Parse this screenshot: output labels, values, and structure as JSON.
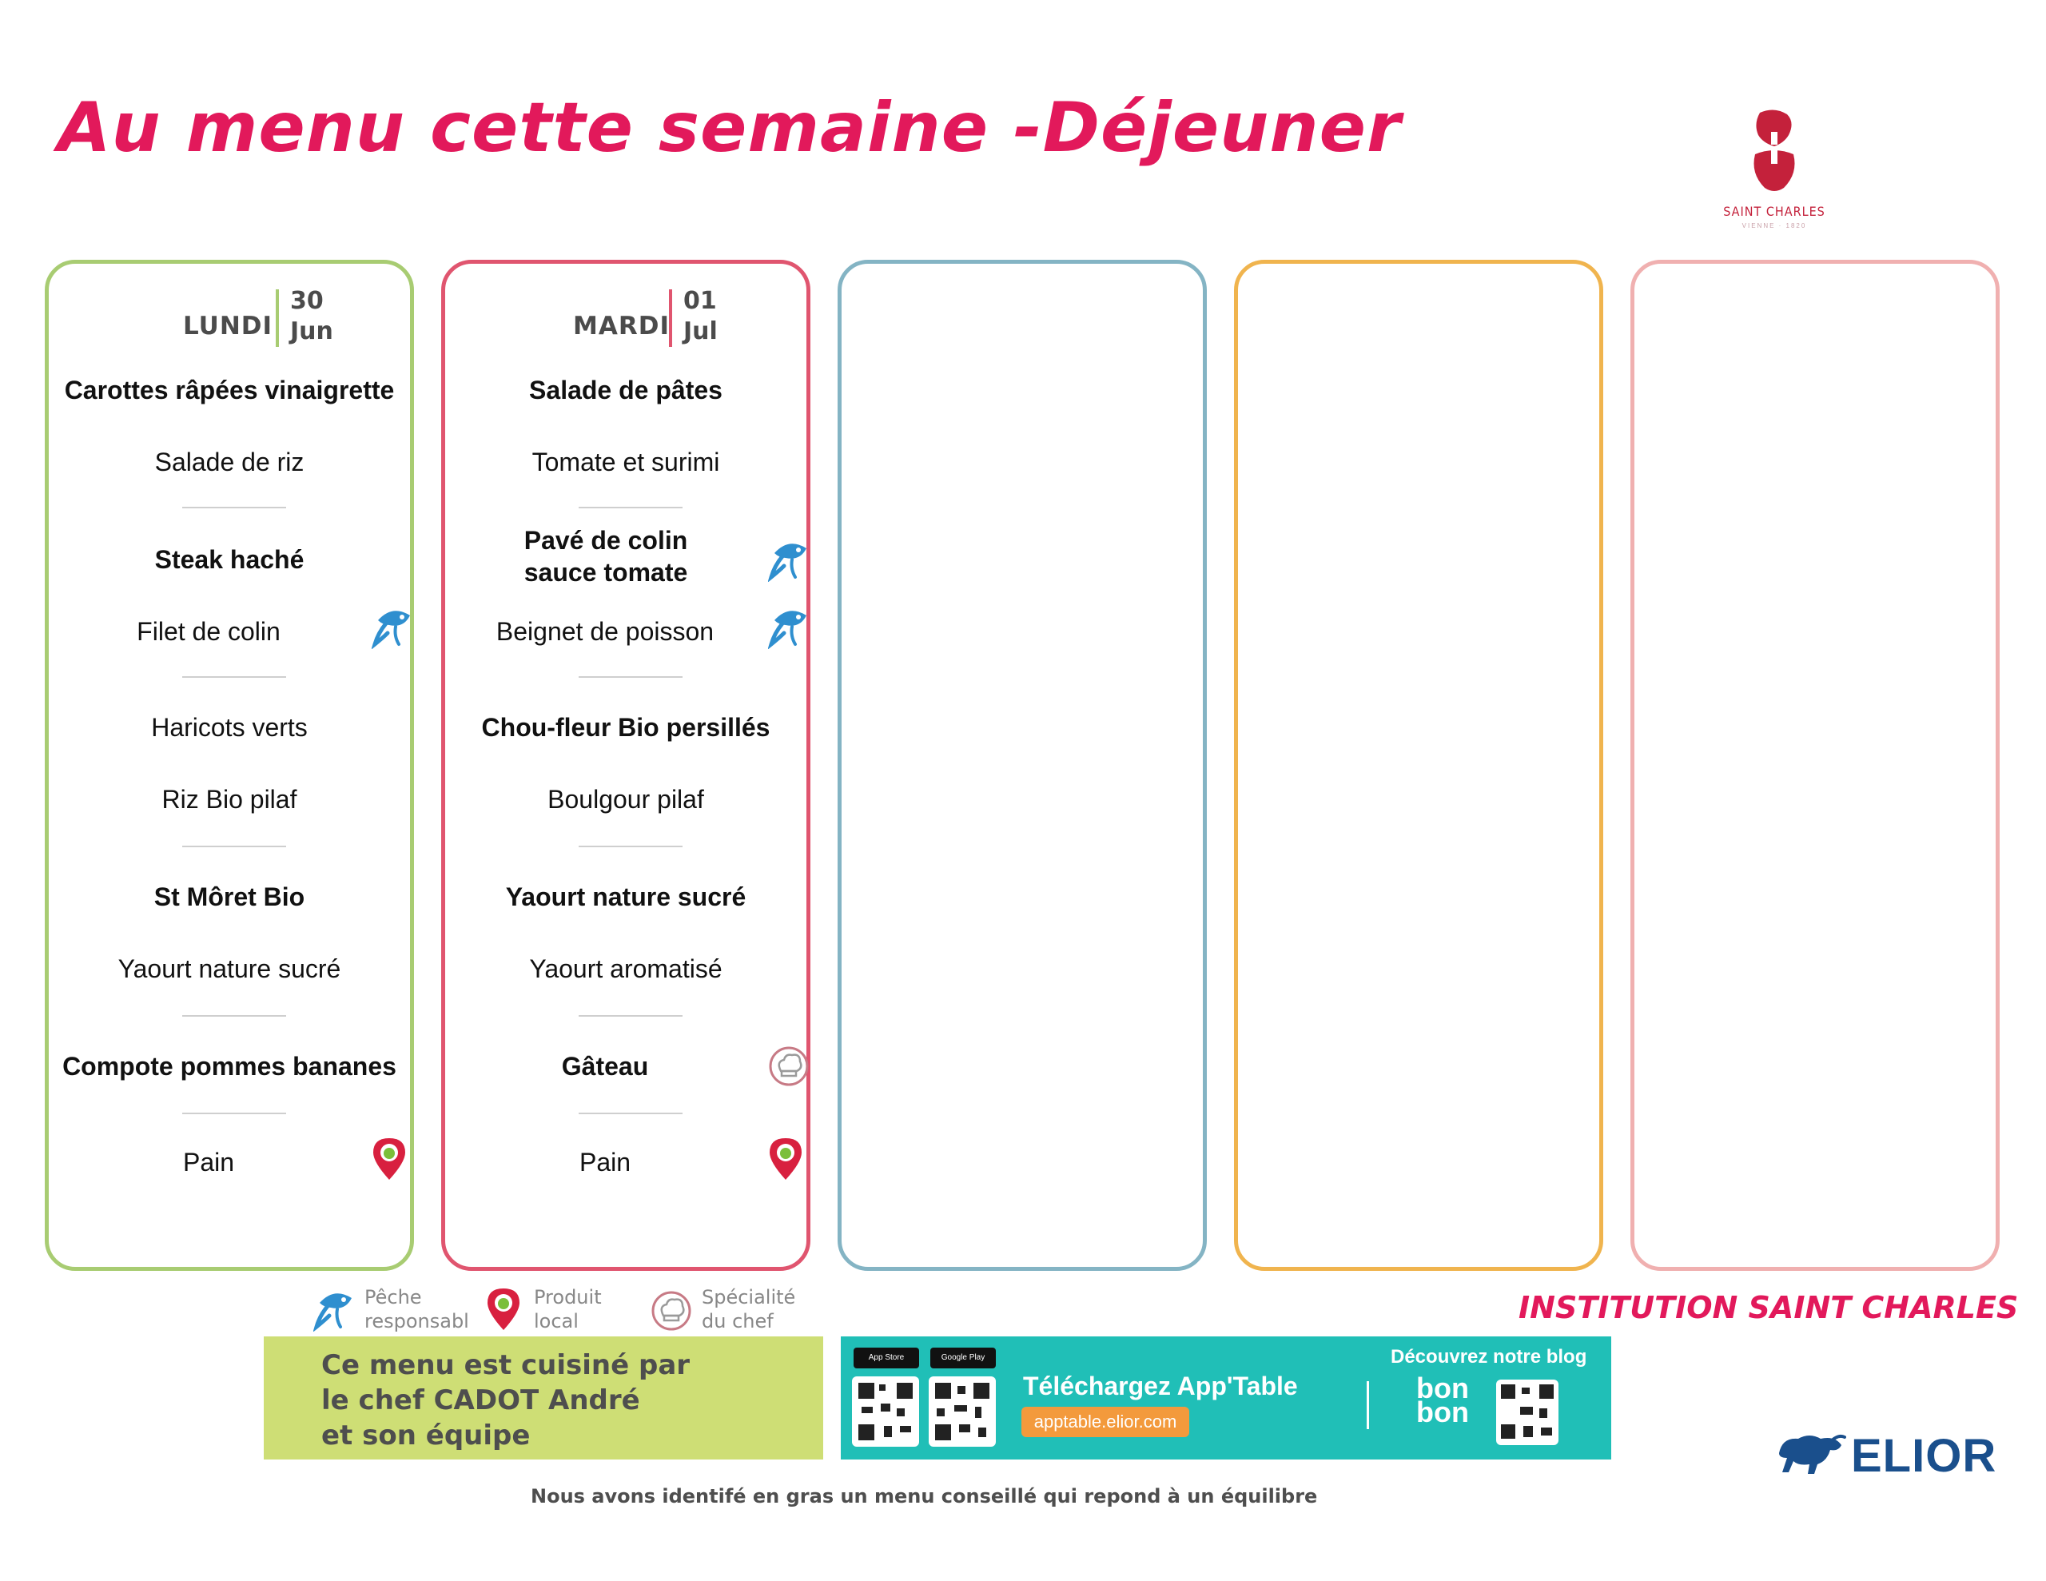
{
  "title": "Au menu cette semaine -Déjeuner",
  "logo": {
    "name": "SAINT CHARLES",
    "subtitle": "VIENNE · 1820"
  },
  "days": [
    {
      "name": "LUNDI",
      "num": "30",
      "month": "Jun",
      "items": [
        "Carottes râpées vinaigrette",
        "Salade de riz",
        "Steak haché",
        "Filet de colin",
        "Haricots verts",
        "Riz Bio pilaf",
        "St Môret Bio",
        "Yaourt nature sucré",
        "Compote pommes bananes",
        "Pain"
      ]
    },
    {
      "name": "MARDI",
      "num": "01",
      "month": "Jul",
      "items": [
        "Salade de pâtes",
        "Tomate et surimi",
        "Pavé de colin sauce tomate",
        "Beignet de poisson",
        "Chou-fleur Bio persillés",
        "Boulgour pilaf",
        "Yaourt nature sucré",
        "Yaourt aromatisé",
        "Gâteau",
        "Pain"
      ]
    }
  ],
  "legend": [
    {
      "icon": "fish-icon",
      "line1": "Pêche",
      "line2": "responsabl"
    },
    {
      "icon": "location-pin-icon",
      "line1": "Produit",
      "line2": "local"
    },
    {
      "icon": "chef-hat-icon",
      "line1": "Spécialité",
      "line2": "du chef"
    }
  ],
  "institution": "INSTITUTION SAINT CHARLES",
  "chef_text": "Ce menu est cuisiné par\nle chef CADOT André\net son équipe",
  "app": {
    "title": "Téléchargez App'Table",
    "url": "apptable.elior.com",
    "blog": "Découvrez notre blog",
    "store1": "App Store",
    "store2": "Google Play",
    "bonbon": "bon bon"
  },
  "note": "Nous avons identifé en gras un menu conseillé qui repond à un équilibre",
  "brand": "ELIOR",
  "colors": {
    "title": "#e2195b",
    "monday": "#a8cc72",
    "tuesday": "#e0556f",
    "wednesday": "#84b4c4",
    "thursday": "#f0b44e",
    "friday": "#f0b0b0",
    "chef_bg": "#cede75",
    "app_bg": "#20bfb7",
    "elior": "#1a4f8c"
  }
}
